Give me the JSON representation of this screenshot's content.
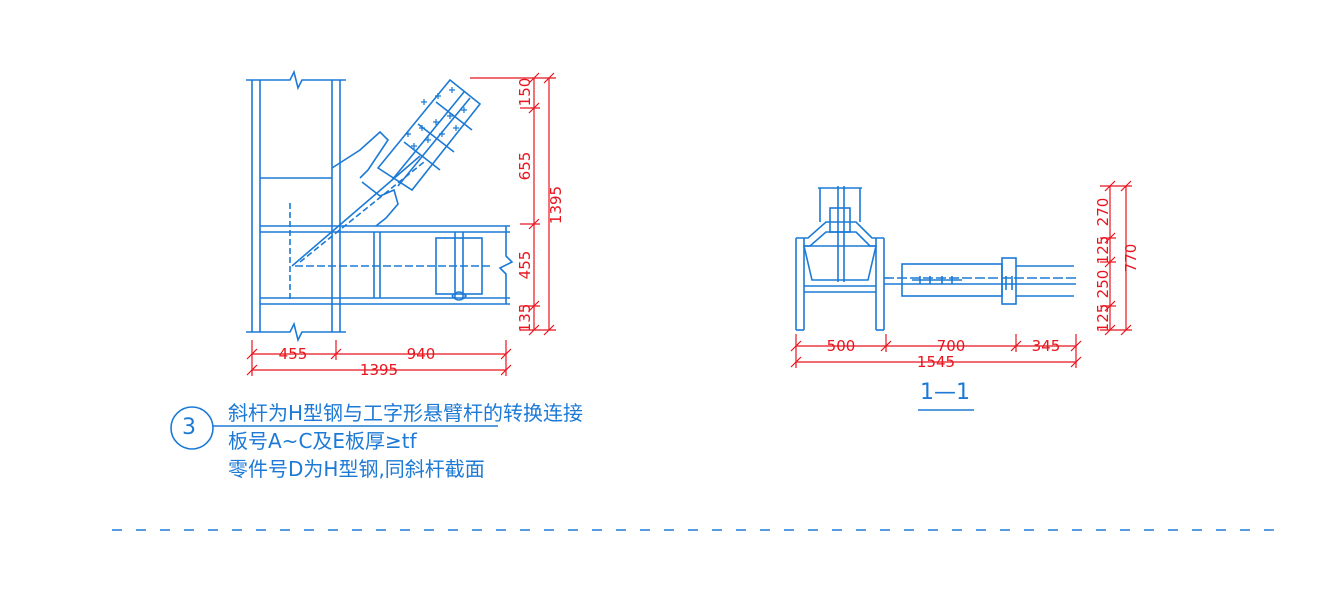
{
  "colors": {
    "steel": "#1c7ad6",
    "dimension": "#e8141e",
    "background": "#ffffff"
  },
  "elevation": {
    "dims_right": [
      "150",
      "655",
      "455",
      "135"
    ],
    "dims_right_total": "1395",
    "dims_bottom": [
      "455",
      "940"
    ],
    "dims_bottom_total": "1395"
  },
  "section": {
    "label": "1—1",
    "dims_right": [
      "270",
      "125",
      "250",
      "125"
    ],
    "dims_right_total": "770",
    "dims_bottom": [
      "500",
      "700",
      "345"
    ],
    "dims_bottom_total": "1545"
  },
  "note": {
    "number": "3",
    "line1": "斜杆为H型钢与工字形悬臂杆的转换连接",
    "line2": "板号A~C及E板厚≥tf",
    "line3": "零件号D为H型钢,同斜杆截面"
  }
}
